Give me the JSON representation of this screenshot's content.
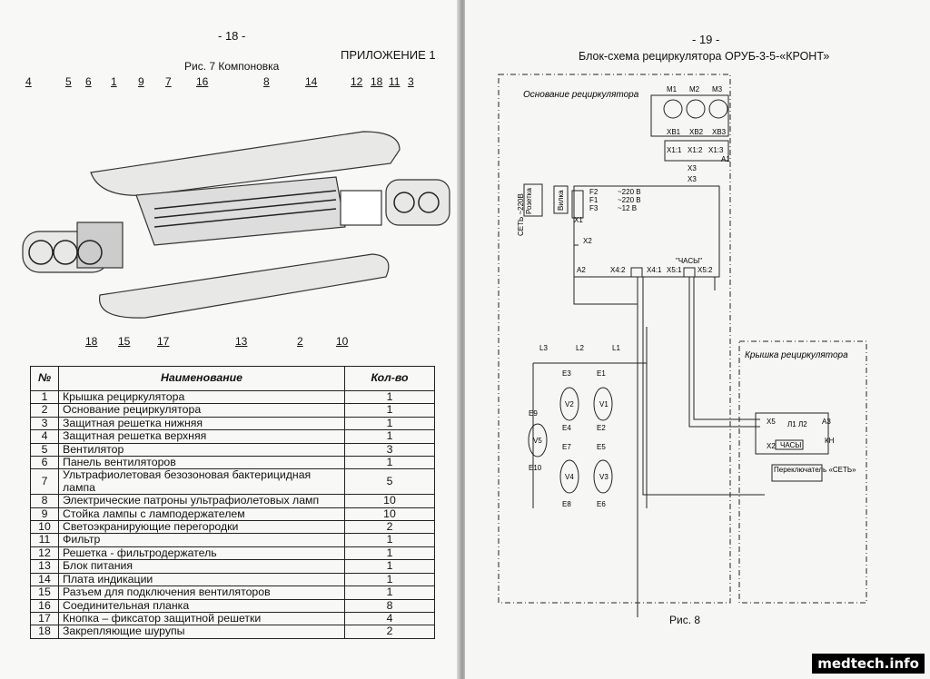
{
  "left": {
    "page_number": "- 18 -",
    "appendix": "ПРИЛОЖЕНИЕ 1",
    "figure_caption": "Рис. 7 Компоновка",
    "callouts_top": [
      "4",
      "5",
      "6",
      "1",
      "9",
      "7",
      "16",
      "8",
      "14",
      "12",
      "18",
      "11",
      "3"
    ],
    "callouts_bottom": [
      "18",
      "15",
      "17",
      "13",
      "2",
      "10"
    ],
    "table": {
      "headers": [
        "№",
        "Наименование",
        "Кол-во"
      ],
      "rows": [
        [
          "1",
          "Крышка рециркулятора",
          "1"
        ],
        [
          "2",
          "Основание рециркулятора",
          "1"
        ],
        [
          "3",
          "Защитная решетка нижняя",
          "1"
        ],
        [
          "4",
          "Защитная решетка верхняя",
          "1"
        ],
        [
          "5",
          "Вентилятор",
          "3"
        ],
        [
          "6",
          "Панель вентиляторов",
          "1"
        ],
        [
          "7",
          "Ультрафиолетовая безозоновая бактерицидная лампа",
          "5"
        ],
        [
          "8",
          "Электрические патроны ультрафиолетовых ламп",
          "10"
        ],
        [
          "9",
          "Стойка лампы с ламподержателем",
          "10"
        ],
        [
          "10",
          "Светоэкранирующие перегородки",
          "2"
        ],
        [
          "11",
          "Фильтр",
          "1"
        ],
        [
          "12",
          "Решетка - фильтродержатель",
          "1"
        ],
        [
          "13",
          "Блок питания",
          "1"
        ],
        [
          "14",
          "Плата индикации",
          "1"
        ],
        [
          "15",
          "Разъем для подключения вентиляторов",
          "1"
        ],
        [
          "16",
          "Соединительная планка",
          "8"
        ],
        [
          "17",
          "Кнопка – фиксатор защитной решетки",
          "4"
        ],
        [
          "18",
          "Закрепляющие шурупы",
          "2"
        ]
      ]
    }
  },
  "right": {
    "page_number": "- 19 -",
    "title": "Блок-схема рециркулятора ОРУБ-3-5-«КРОНТ»",
    "figure_caption": "Рис. 8",
    "base_label": "Основание рециркулятора",
    "cover_label": "Крышка рециркулятора",
    "motors": [
      "M1",
      "M2",
      "M3"
    ],
    "xb": [
      "XB1",
      "XB2",
      "XB3"
    ],
    "x1": [
      "X1:1",
      "X1:2",
      "X1:3"
    ],
    "a1": "A1",
    "x3": "X3",
    "a2": "A2",
    "a3": "A3",
    "fuses": [
      {
        "name": "F2",
        "value": "~220 В"
      },
      {
        "name": "F1",
        "value": "~220 В"
      },
      {
        "name": "F3",
        "value": "~12 В"
      }
    ],
    "x1_label": "X1",
    "x2_label": "X2",
    "socket": "Розетка",
    "plug": "Вилка",
    "mains": "СЕТЬ ~220В",
    "clock": "\"ЧАСЫ\"",
    "x4": [
      "X4:2",
      "X4:1"
    ],
    "x5": [
      "X5:1",
      "X5:2"
    ],
    "inductors": [
      "L3",
      "L2",
      "L1"
    ],
    "lamps": [
      "V1",
      "V2",
      "V3",
      "V4",
      "V5"
    ],
    "sockets_e": [
      "E1",
      "E2",
      "E3",
      "E4",
      "E5",
      "E6",
      "E7",
      "E8",
      "E9",
      "E10"
    ],
    "a3_x5": "X5",
    "a3_x2": "X2",
    "leds": [
      "Л1",
      "Л2"
    ],
    "clock_box": "ЧАСЫ",
    "kn": "КН",
    "switch": "Переключатель «СЕТЬ»"
  },
  "watermark": "medtech.info"
}
